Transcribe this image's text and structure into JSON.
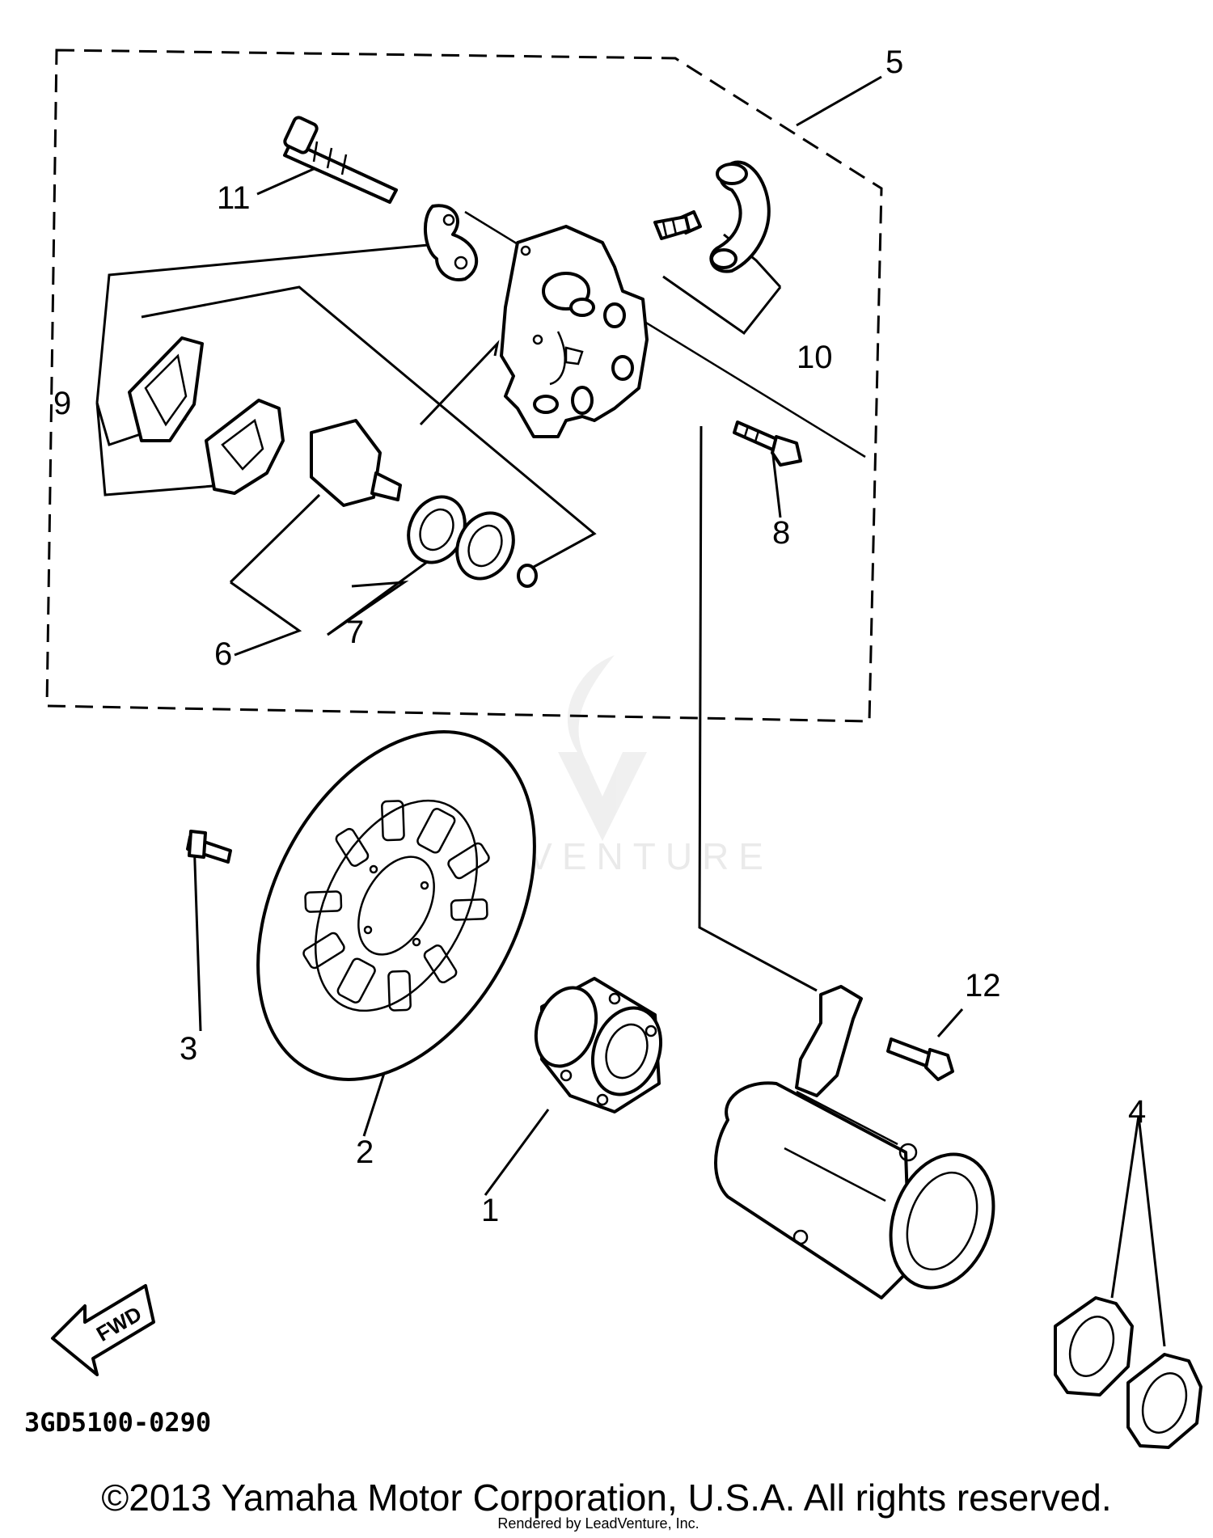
{
  "callouts": {
    "c1": "1",
    "c2": "2",
    "c3": "3",
    "c4": "4",
    "c5": "5",
    "c6": "6",
    "c7": "7",
    "c8": "8",
    "c9": "9",
    "c10": "10",
    "c11": "11",
    "c12": "12"
  },
  "fwd_label": "FWD",
  "diagram_code": "3GD5100-0290",
  "watermark": "LEADVENTURE",
  "copyright": "©2013 Yamaha Motor Corporation, U.S.A. All rights reserved.",
  "rendered_by": "Rendered by LeadVenture, Inc."
}
